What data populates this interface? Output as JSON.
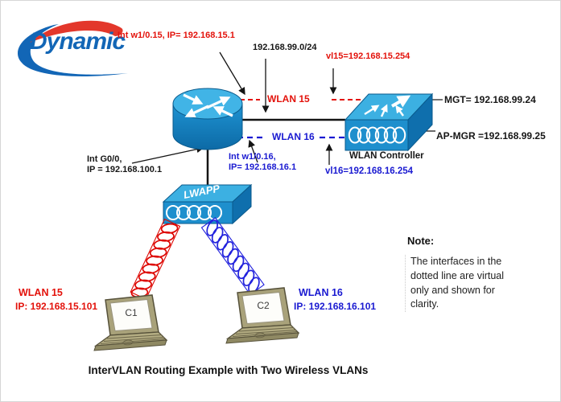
{
  "logo": {
    "brand": "Dynamic"
  },
  "title": "InterVLAN Routing Example with Two Wireless VLANs",
  "colors": {
    "vlan15_red": "#e3120b",
    "vlan16_blue": "#1a1ad1",
    "cisco_blue": "#1e8fcd",
    "logo_blue": "#1266b6"
  },
  "router": {
    "int_wlan15": "Int w1/0.15, IP= 192.168.15.1",
    "int_wlan16_line1": "Int w1/0.16,",
    "int_wlan16_line2": "IP= 192.168.16.1",
    "int_g00_line1": "Int G0/0,",
    "int_g00_line2": "IP = 192.168.100.1"
  },
  "links": {
    "subnet": "192.168.99.0/24",
    "wlan15": "WLAN 15",
    "wlan16": "WLAN 16"
  },
  "controller": {
    "name": "WLAN Controller",
    "vl15": "vl15=192.168.15.254",
    "vl16": "vl16=192.168.16.254",
    "mgt": "MGT= 192.168.99.24",
    "ap_mgr": "AP-MGR =192.168.99.25"
  },
  "ap": {
    "label": "LWAPP"
  },
  "clients": {
    "c1": {
      "name": "C1",
      "wlan": "WLAN 15",
      "ip": "IP: 192.168.15.101"
    },
    "c2": {
      "name": "C2",
      "wlan": "WLAN 16",
      "ip": "IP: 192.168.16.101"
    }
  },
  "note": {
    "heading": "Note:",
    "body": "The interfaces in the dotted line are virtual only and shown for clarity."
  }
}
